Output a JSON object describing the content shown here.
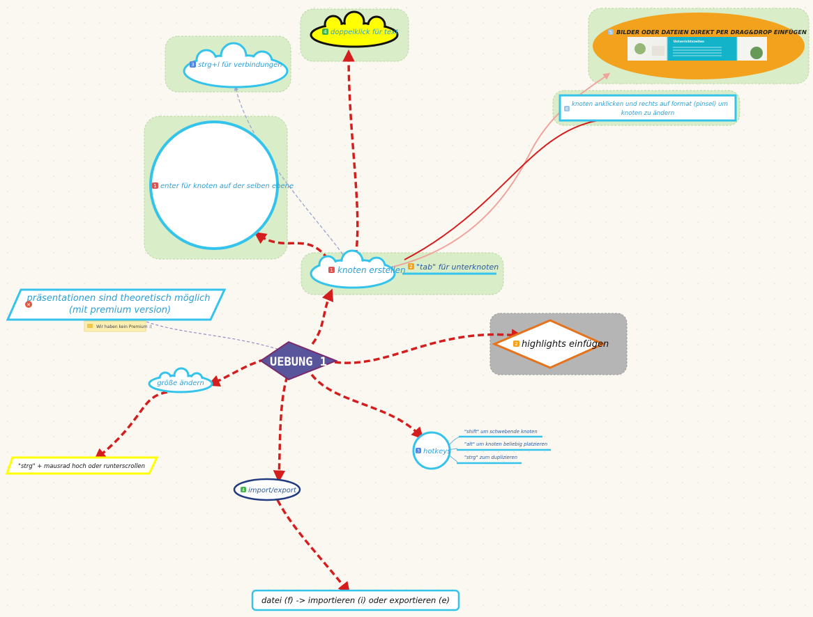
{
  "central": {
    "label": "UEBUNG 1"
  },
  "nodes": {
    "knoten": {
      "badge": "1",
      "label": "knoten erstellen"
    },
    "enter": {
      "badge": "1",
      "label": "enter für knoten auf der selben ebene"
    },
    "strg_l": {
      "badge": "3",
      "label": "strg+l für verbindungen"
    },
    "doppelklick": {
      "badge": "4",
      "label": "doppelklick für text"
    },
    "bilder": {
      "badge": "5",
      "label": "BILDER ODER DATEIEN DIREKT PER DRAG&DROP EINFÜGEN",
      "image_title": "Unterrichtszeiten"
    },
    "format": {
      "badge": "6",
      "label1": "knoten anklicken und rechts auf format (pinsel) um",
      "label2": "knoten zu ändern"
    },
    "tab": {
      "badge": "2",
      "label": "\"tab\" für unterknoten"
    },
    "praesentation": {
      "line1": "präsentationen sind theoretisch möglich",
      "line2": "(mit premium version)",
      "note": "Wir haben kein Premium :("
    },
    "highlights": {
      "badge": "2",
      "label": "highlights einfügen"
    },
    "groesse": {
      "label": "größe ändern"
    },
    "scroll": {
      "label": "\"strg\" + mausrad hoch oder runterscrollen"
    },
    "hotkeys": {
      "badge": "3",
      "label": "hotkeys",
      "items": [
        "\"shift\" um schwebende knoten",
        "\"alt\" um knoten beliebig platzieren",
        "\"strg\" zum duplizieren"
      ]
    },
    "import": {
      "badge": "4",
      "label": "import/export"
    },
    "datei": {
      "label": "datei (f) -> importieren (i) oder exportieren (e)"
    }
  },
  "colors": {
    "red_dashed": "#d41e1e",
    "cyan_border": "#34c3ea",
    "green_bg": "#d9edc9",
    "node_text": "#2f9fd3",
    "diamond": "#58559c",
    "orange_ellipse": "#f3a21d",
    "yellow": "#ffff00",
    "gray_bg": "#b4b4b4",
    "orange_border": "#e6731c"
  }
}
